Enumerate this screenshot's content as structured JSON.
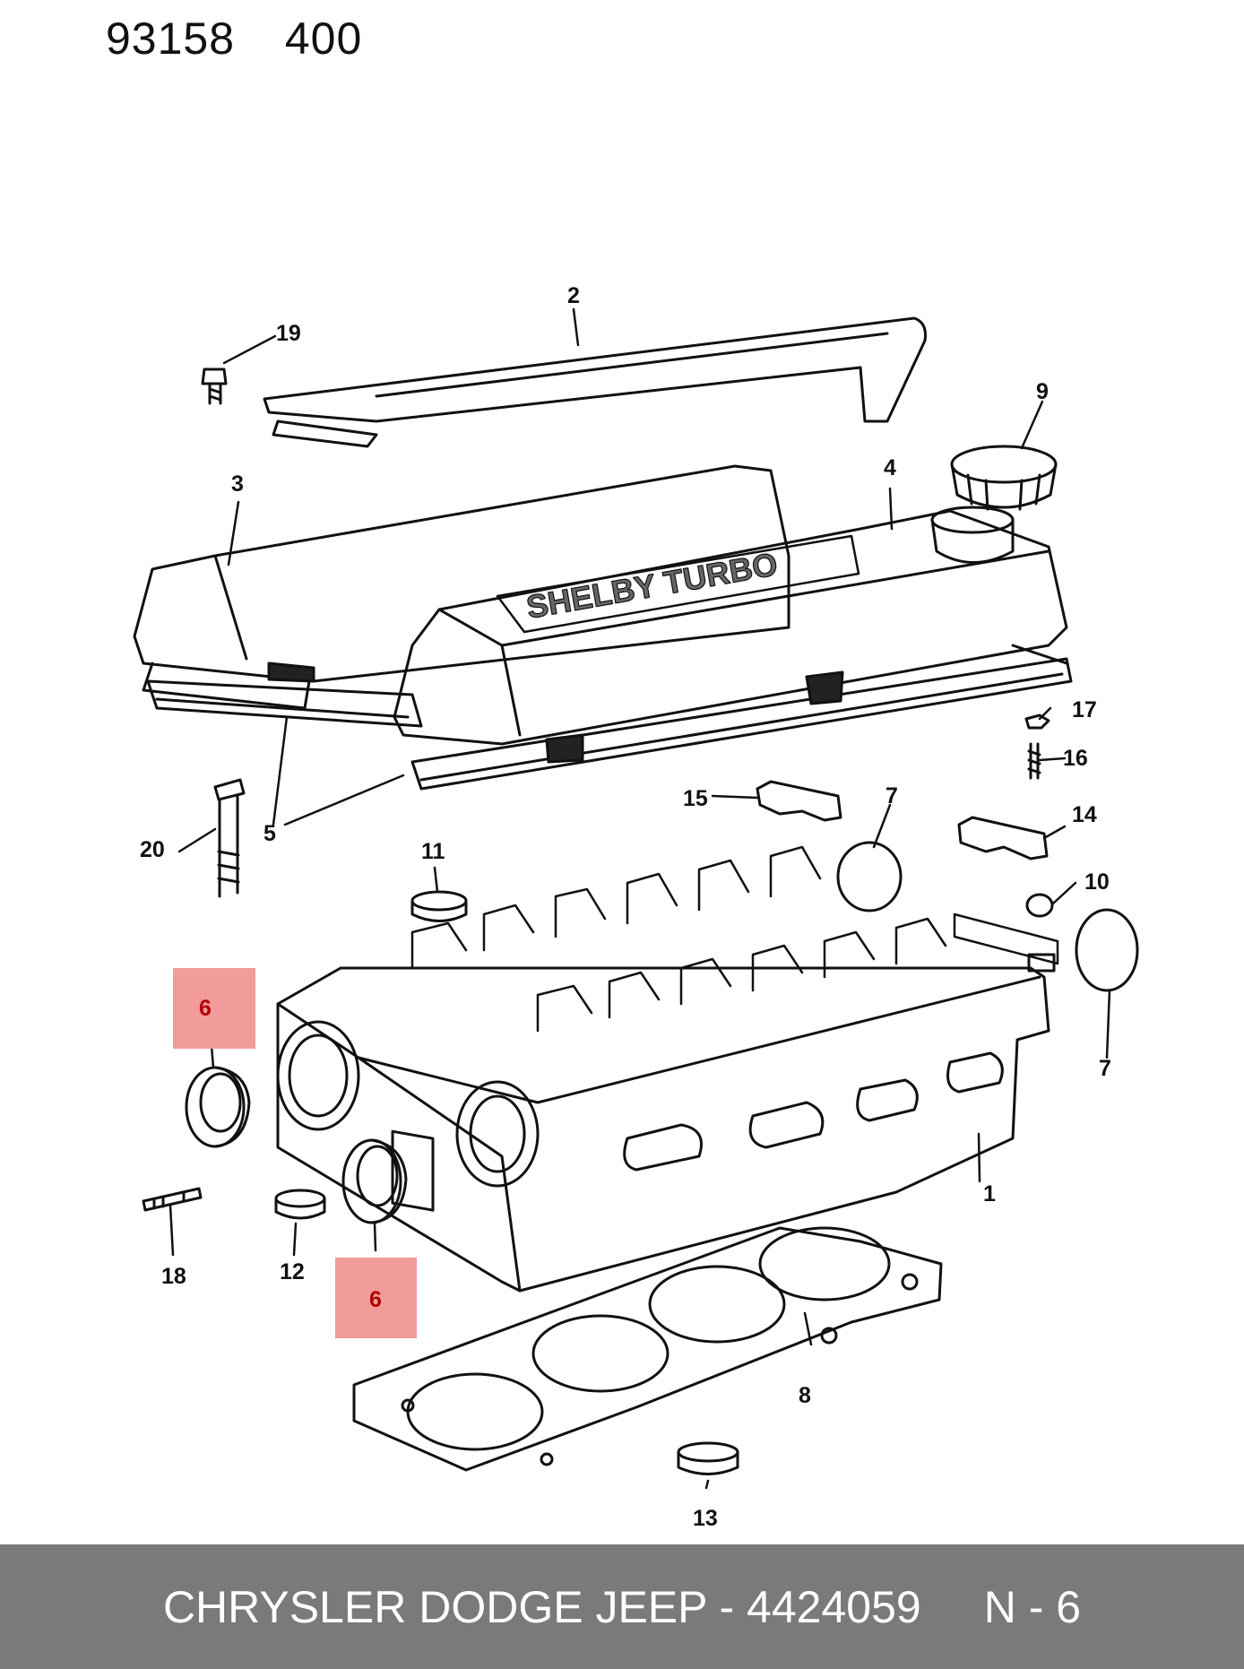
{
  "header": {
    "group_code": "93158",
    "page_ref": "400"
  },
  "callouts": {
    "c1": "1",
    "c2": "2",
    "c3": "3",
    "c4": "4",
    "c5": "5",
    "c6a": "6",
    "c6b": "6",
    "c7a": "7",
    "c7b": "7",
    "c8": "8",
    "c9": "9",
    "c10": "10",
    "c11": "11",
    "c12": "12",
    "c13": "13",
    "c14": "14",
    "c15": "15",
    "c16": "16",
    "c17": "17",
    "c18": "18",
    "c19": "19",
    "c20": "20"
  },
  "highlight": {
    "color": "#f29b9b",
    "part_ref": "6"
  },
  "footer": {
    "part_label": "CHRYSLER DODGE JEEP - 4424059",
    "ref_label": "N - 6",
    "background": "#7a7a7a"
  },
  "cover_lettering": "SHELBY TURBO"
}
